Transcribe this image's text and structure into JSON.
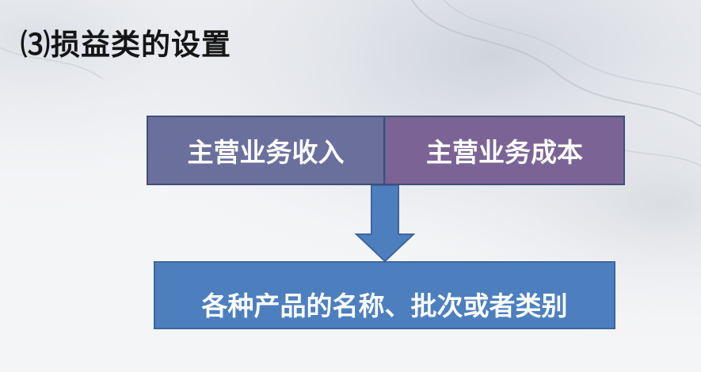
{
  "title": "⑶损益类的设置",
  "diagram": {
    "top_left_box": "主营业务收入",
    "top_right_box": "主营业务成本",
    "bottom_box": "各种产品的名称、批次或者类别"
  },
  "colors": {
    "left_box": "#6b6f9c",
    "right_box": "#7b6495",
    "bottom_box": "#4d7fbf",
    "arrow": "#4d7fbf"
  }
}
